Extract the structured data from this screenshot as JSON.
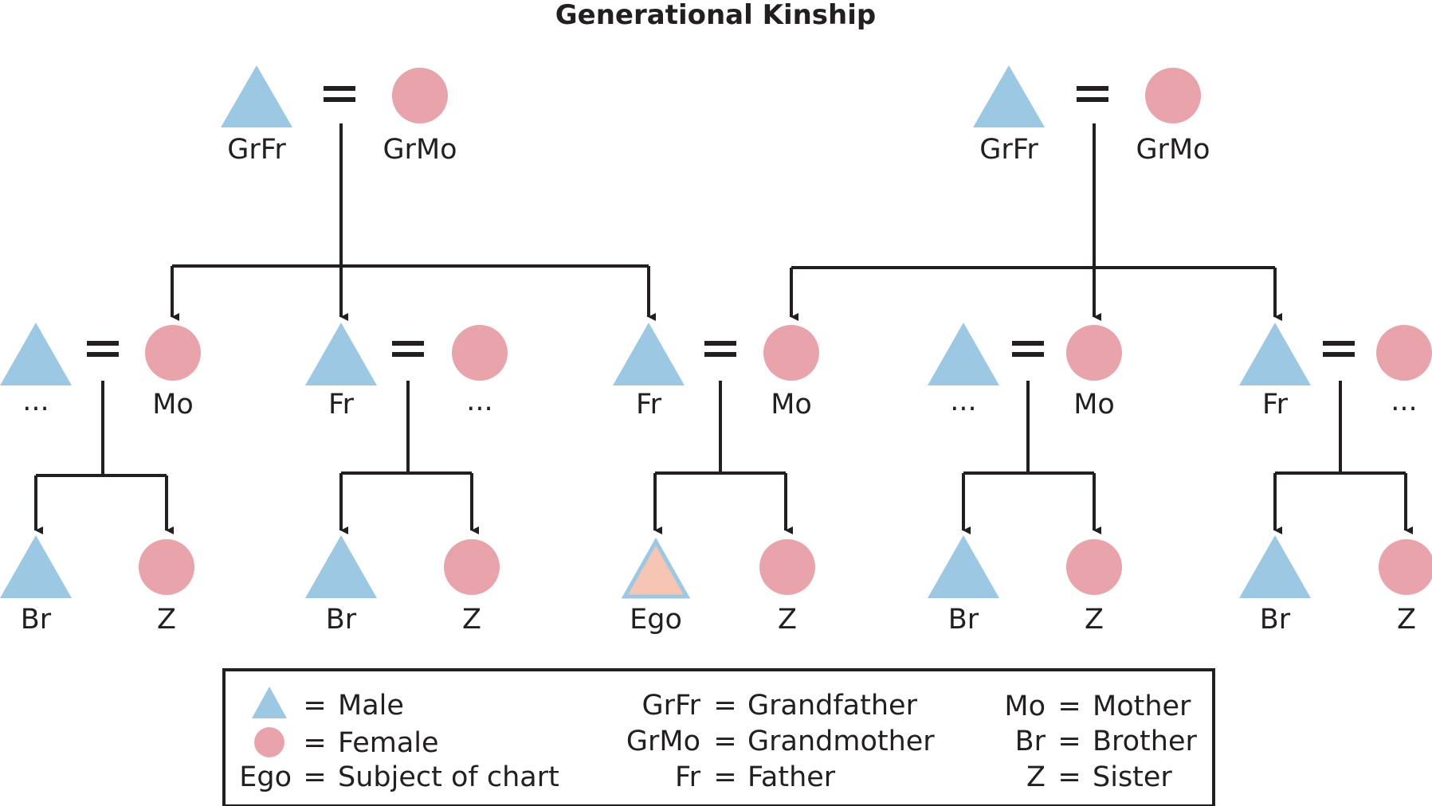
{
  "title": "Generational Kinship",
  "colors": {
    "male": "#9dc8e3",
    "female": "#e8a3ab",
    "ego_fill": "#f6c5b4",
    "ego_stroke": "#9dc8e3",
    "line": "#231f20"
  },
  "symbols": {
    "marriage": "="
  },
  "labels": {
    "grandfather": "GrFr",
    "grandmother": "GrMo",
    "mother": "Mo",
    "father": "Fr",
    "brother": "Br",
    "sister": "Z",
    "ego": "Ego",
    "unknown": "..."
  },
  "legend": {
    "col1": [
      {
        "symbol": "triangle-icon",
        "eq": "=",
        "text": "Male"
      },
      {
        "symbol": "circle-icon",
        "eq": "=",
        "text": "Female"
      },
      {
        "key": "Ego",
        "eq": "=",
        "text": "Subject of chart"
      }
    ],
    "col2": [
      {
        "key": "GrFr",
        "eq": "=",
        "text": "Grandfather"
      },
      {
        "key": "GrMo",
        "eq": "=",
        "text": "Grandmother"
      },
      {
        "key": "Fr",
        "eq": "=",
        "text": "Father"
      }
    ],
    "col3": [
      {
        "key": "Mo",
        "eq": "=",
        "text": "Mother"
      },
      {
        "key": "Br",
        "eq": "=",
        "text": "Brother"
      },
      {
        "key": "Z",
        "eq": "=",
        "text": "Sister"
      }
    ]
  }
}
